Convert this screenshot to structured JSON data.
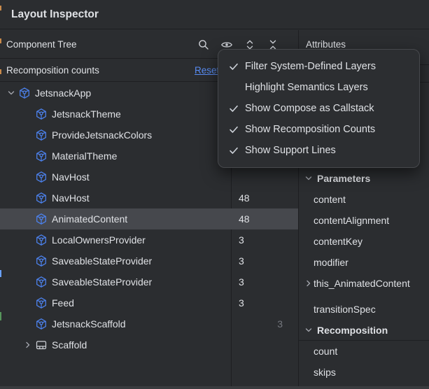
{
  "window": {
    "title": "Layout Inspector"
  },
  "component_tree": {
    "title": "Component Tree",
    "toolbar_icons": [
      {
        "name": "search-icon",
        "icon": "search"
      },
      {
        "name": "view-options-icon",
        "icon": "eye"
      },
      {
        "name": "expand-all-icon",
        "icon": "unfold"
      },
      {
        "name": "collapse-all-icon",
        "icon": "fold"
      }
    ],
    "banner": {
      "label": "Recomposition counts",
      "reset_label": "Reset"
    },
    "rows": [
      {
        "label": "JetsnackApp",
        "depth": 0,
        "chevron": "expanded",
        "icon": "compose",
        "count": ""
      },
      {
        "label": "JetsnackTheme",
        "depth": 1,
        "chevron": "",
        "icon": "compose",
        "count": ""
      },
      {
        "label": "ProvideJetsnackColors",
        "depth": 1,
        "chevron": "",
        "icon": "compose",
        "count": ""
      },
      {
        "label": "MaterialTheme",
        "depth": 1,
        "chevron": "",
        "icon": "compose",
        "count": ""
      },
      {
        "label": "NavHost",
        "depth": 1,
        "chevron": "",
        "icon": "compose",
        "count": ""
      },
      {
        "label": "NavHost",
        "depth": 1,
        "chevron": "",
        "icon": "compose",
        "count": "48"
      },
      {
        "label": "AnimatedContent",
        "depth": 1,
        "chevron": "",
        "icon": "compose",
        "count": "48",
        "selected": true
      },
      {
        "label": "LocalOwnersProvider",
        "depth": 1,
        "chevron": "",
        "icon": "compose",
        "count": "3"
      },
      {
        "label": "SaveableStateProvider",
        "depth": 1,
        "chevron": "",
        "icon": "compose",
        "count": "3"
      },
      {
        "label": "SaveableStateProvider",
        "depth": 1,
        "chevron": "",
        "icon": "compose",
        "count": "3"
      },
      {
        "label": "Feed",
        "depth": 1,
        "chevron": "",
        "icon": "compose",
        "count": "3"
      },
      {
        "label": "JetsnackScaffold",
        "depth": 1,
        "chevron": "",
        "icon": "compose",
        "count": "3",
        "count_muted": true
      },
      {
        "label": "Scaffold",
        "depth": 1,
        "chevron": "collapsed",
        "icon": "layout",
        "count": ""
      }
    ]
  },
  "view_options_menu": {
    "items": [
      {
        "label": "Filter System-Defined Layers",
        "checked": true
      },
      {
        "label": "Highlight Semantics Layers",
        "checked": false
      },
      {
        "label": "Show Compose as Callstack",
        "checked": true
      },
      {
        "label": "Show Recomposition Counts",
        "checked": true
      },
      {
        "label": "Show Support Lines",
        "checked": true
      }
    ]
  },
  "attributes_panel": {
    "title": "Attributes",
    "rows": [
      {
        "type": "section",
        "label": "Parameters"
      },
      {
        "type": "item",
        "label": "content"
      },
      {
        "type": "item",
        "label": "contentAlignment"
      },
      {
        "type": "item",
        "label": "contentKey"
      },
      {
        "type": "item",
        "label": "modifier"
      },
      {
        "type": "item",
        "label": "this_AnimatedContent",
        "expandable": true
      },
      {
        "type": "item",
        "label": "transitionSpec",
        "gap_before": true
      },
      {
        "type": "section",
        "label": "Recomposition",
        "divider_below": true
      },
      {
        "type": "item",
        "label": "count"
      },
      {
        "type": "item",
        "label": "skips"
      }
    ]
  },
  "colors": {
    "panel_background": "#2b2d30",
    "border": "#1e1f22",
    "text": "#dfe1e5",
    "selection_background": "#46484d",
    "link_blue": "#588cf3",
    "compose_icon_blue": "#4c82ee",
    "muted_count": "#74777e",
    "menu_background": "#2c2e31",
    "menu_border": "#47494d"
  }
}
